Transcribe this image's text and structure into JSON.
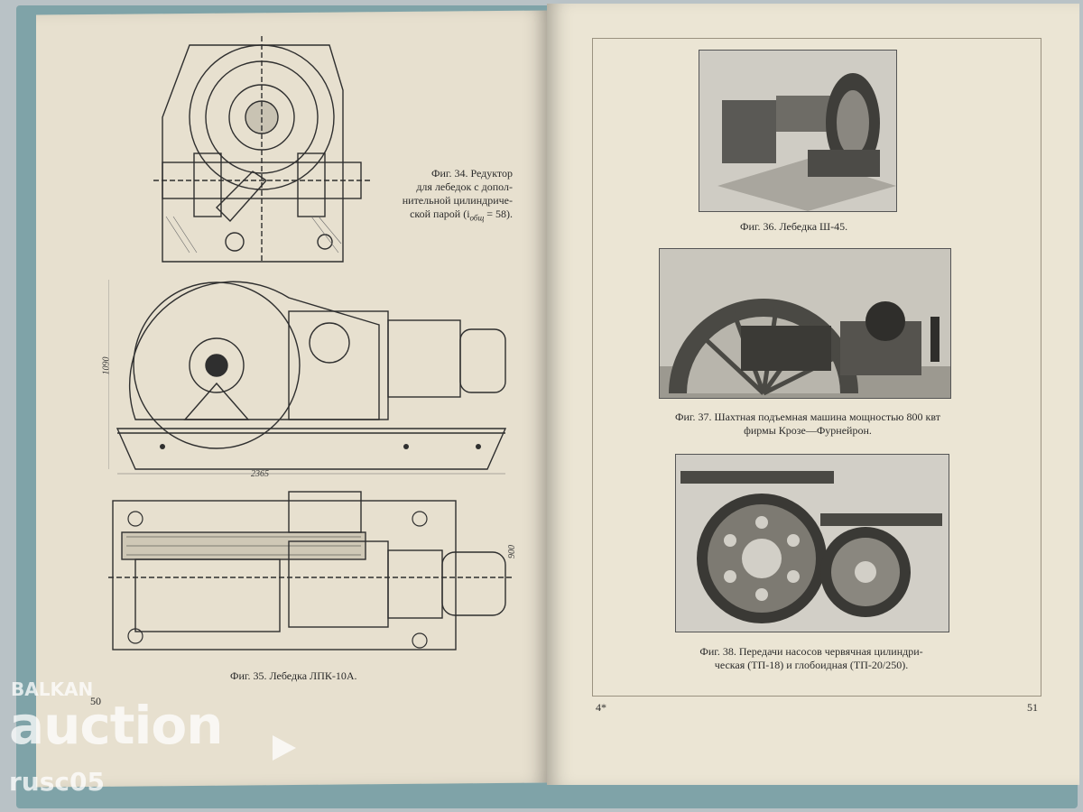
{
  "book": {
    "left_page": {
      "fig34": {
        "caption_lines": [
          "Фиг. 34. Редуктор",
          "для лебедок с допол-",
          "нительной цилиндриче-",
          "ской парой (i",
          "общ",
          " = 58)."
        ]
      },
      "fig35": {
        "caption": "Фиг. 35. Лебедка ЛПК-10А.",
        "dims": {
          "height": "1090",
          "length": "2365",
          "width": "900"
        }
      },
      "page_number": "50"
    },
    "right_page": {
      "fig36": {
        "caption": "Фиг. 36. Лебедка Ш-45."
      },
      "fig37": {
        "caption_lines": [
          "Фиг. 37. Шахтная подъемная машина мощностью 800 квт",
          "фирмы Крозе—Фурнейрон."
        ]
      },
      "fig38": {
        "caption_lines": [
          "Фиг. 38. Передачи насосов червячная цилиндри-",
          "ческая (ТП-18) и глобоидная (ТП-20/250)."
        ]
      },
      "signature": "4*",
      "page_number": "51"
    }
  },
  "watermark": {
    "brand_small": "BALKAN",
    "brand_large": "auction",
    "user": "rusc05"
  },
  "colors": {
    "paper": "#ebe5d4",
    "ink": "#2a2a2a",
    "cover": "#7fa3a8"
  }
}
